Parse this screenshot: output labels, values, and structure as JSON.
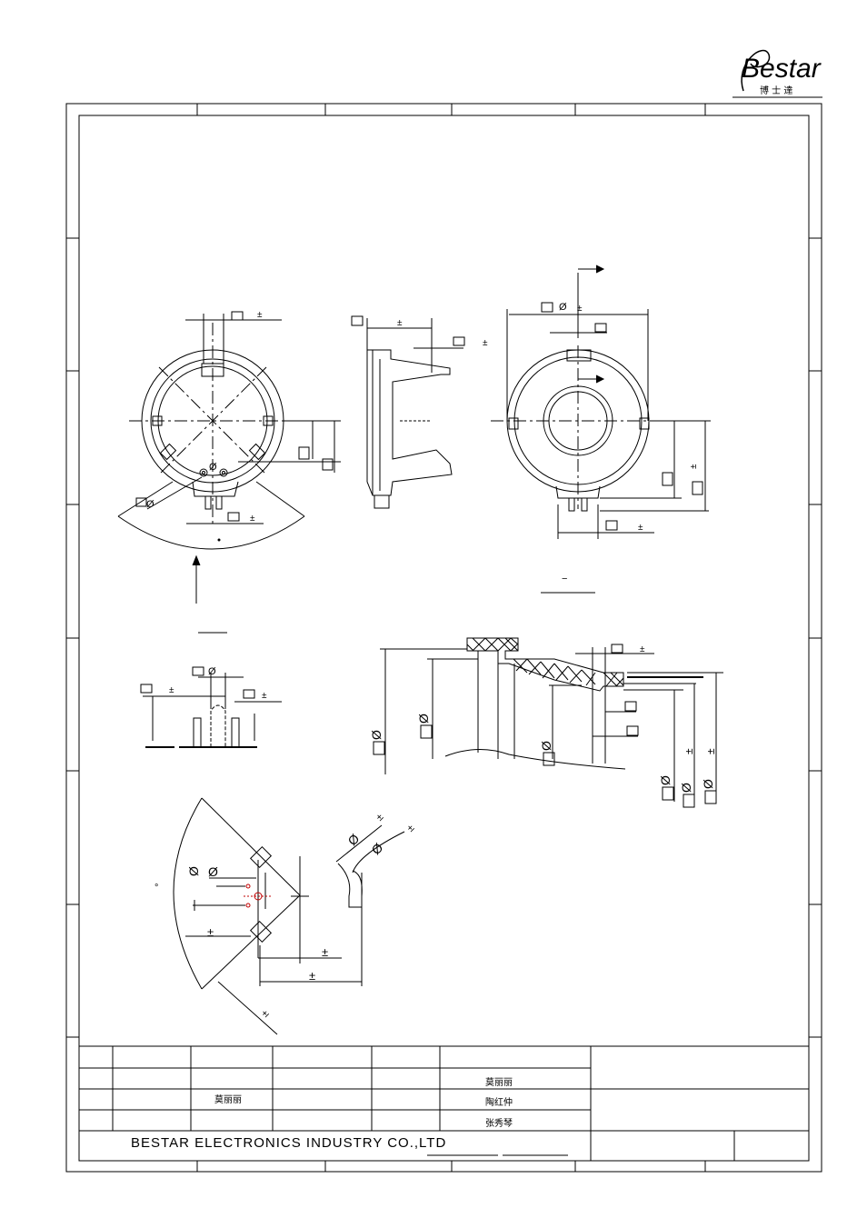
{
  "logo": {
    "wordmark": "Bestar",
    "chinese": "博 士 達"
  },
  "title_block": {
    "company": "BESTAR ELECTRONICS INDUSTRY CO.,LTD",
    "signatures": {
      "designer": "莫丽丽",
      "drawn_by": "莫丽丽",
      "checked_by": "陶红仲",
      "approved_by": "张秀琴"
    }
  },
  "symbols": {
    "pm": "±",
    "dia": "Ø",
    "degree": "°",
    "dash": "−"
  }
}
